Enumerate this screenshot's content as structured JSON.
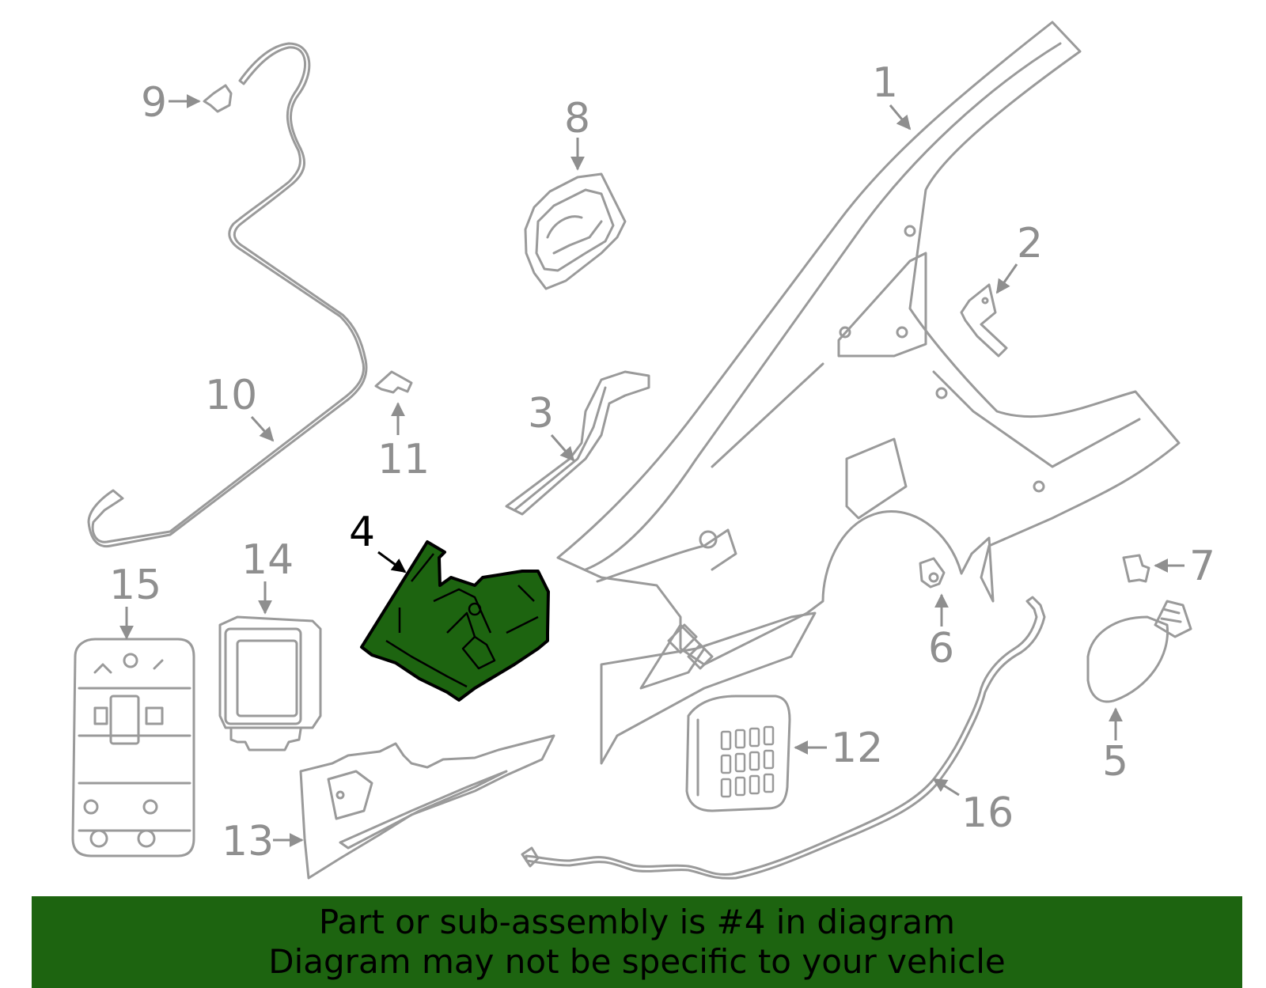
{
  "callouts": {
    "c1": "1",
    "c2": "2",
    "c3": "3",
    "c4": "4",
    "c5": "5",
    "c6": "6",
    "c7": "7",
    "c8": "8",
    "c9": "9",
    "c10": "10",
    "c11": "11",
    "c12": "12",
    "c13": "13",
    "c14": "14",
    "c15": "15",
    "c16": "16"
  },
  "highlighted_part": "4",
  "colors": {
    "highlight": "#1d6410",
    "line_art": "#9a9a9a",
    "banner": "#1d6410"
  },
  "banner": {
    "line1": "Part or sub-assembly is #4 in diagram",
    "line2": "Diagram may not be specific to your vehicle"
  }
}
